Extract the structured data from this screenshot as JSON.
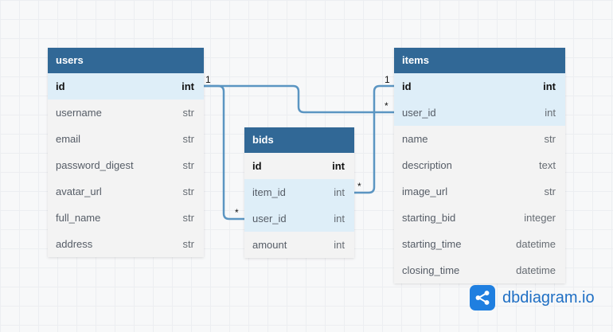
{
  "colors": {
    "header": "#316896",
    "highlight": "#deeef8",
    "line": "#5b95c2",
    "brand": "#1f7fe0"
  },
  "tables": {
    "users": {
      "name": "users",
      "fields": [
        {
          "name": "id",
          "type": "int",
          "pk": true
        },
        {
          "name": "username",
          "type": "str"
        },
        {
          "name": "email",
          "type": "str"
        },
        {
          "name": "password_digest",
          "type": "str"
        },
        {
          "name": "avatar_url",
          "type": "str"
        },
        {
          "name": "full_name",
          "type": "str"
        },
        {
          "name": "address",
          "type": "str"
        }
      ]
    },
    "bids": {
      "name": "bids",
      "fields": [
        {
          "name": "id",
          "type": "int",
          "pk": true
        },
        {
          "name": "item_id",
          "type": "int"
        },
        {
          "name": "user_id",
          "type": "int"
        },
        {
          "name": "amount",
          "type": "int"
        }
      ]
    },
    "items": {
      "name": "items",
      "fields": [
        {
          "name": "id",
          "type": "int",
          "pk": true
        },
        {
          "name": "user_id",
          "type": "int"
        },
        {
          "name": "name",
          "type": "str"
        },
        {
          "name": "description",
          "type": "text"
        },
        {
          "name": "image_url",
          "type": "str"
        },
        {
          "name": "starting_bid",
          "type": "integer"
        },
        {
          "name": "starting_time",
          "type": "datetime"
        },
        {
          "name": "closing_time",
          "type": "datetime"
        }
      ]
    }
  },
  "relations": [
    {
      "from": "users.id",
      "to": "items.user_id",
      "from_card": "1",
      "to_card": "*"
    },
    {
      "from": "users.id",
      "to": "bids.user_id",
      "from_card": "1",
      "to_card": "*"
    },
    {
      "from": "items.id",
      "to": "bids.item_id",
      "from_card": "1",
      "to_card": "*"
    }
  ],
  "brand": {
    "name": "dbdiagram.io",
    "icon": "share-nodes-icon"
  }
}
